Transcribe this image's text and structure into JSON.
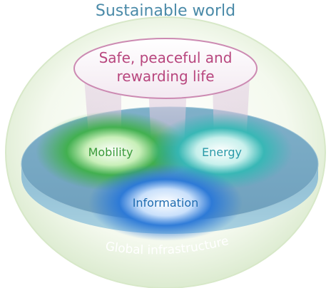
{
  "diagram": {
    "title": "Sustainable world",
    "goal_line1": "Safe, peaceful and",
    "goal_line2": "rewarding life",
    "base_label": "Global infrastructure",
    "nodes": [
      {
        "label": "Mobility",
        "color": "#3a9a3a"
      },
      {
        "label": "Energy",
        "color": "#2a9aa8"
      },
      {
        "label": "Information",
        "color": "#1e6bb0"
      }
    ]
  }
}
